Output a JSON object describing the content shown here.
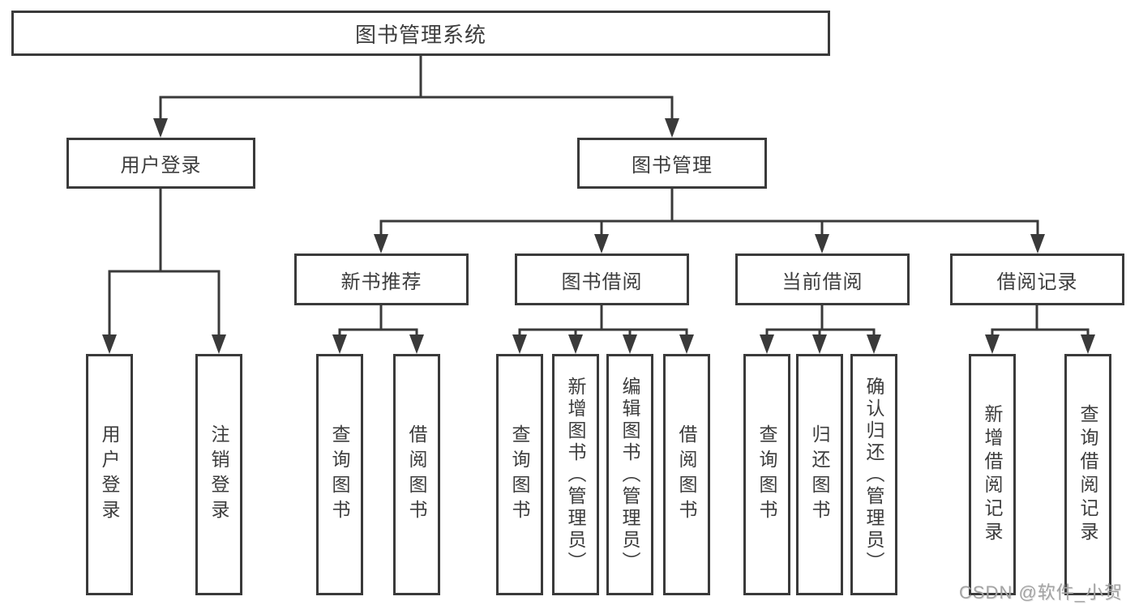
{
  "diagram": {
    "type": "tree",
    "root": {
      "label": "图书管理系统"
    },
    "branches": [
      {
        "label": "用户登录",
        "children": [
          "用户登录",
          "注销登录"
        ]
      },
      {
        "label": "图书管理",
        "groups": [
          {
            "label": "新书推荐",
            "children": [
              "查询图书",
              "借阅图书"
            ]
          },
          {
            "label": "图书借阅",
            "children": [
              "查询图书",
              "新增图书（管理员）",
              "编辑图书（管理员）",
              "借阅图书"
            ]
          },
          {
            "label": "当前借阅",
            "children": [
              "查询图书",
              "归还图书",
              "确认归还（管理员）"
            ]
          },
          {
            "label": "借阅记录",
            "children": [
              "新增借阅记录",
              "查询借阅记录"
            ]
          }
        ]
      }
    ],
    "colors": {
      "line": "#3a3a3a",
      "text": "#3d3d3d",
      "box_background": "#ffffff",
      "watermark": "#a3a3a3"
    }
  },
  "watermark": {
    "text": "CSDN @软件_小贺同学"
  }
}
